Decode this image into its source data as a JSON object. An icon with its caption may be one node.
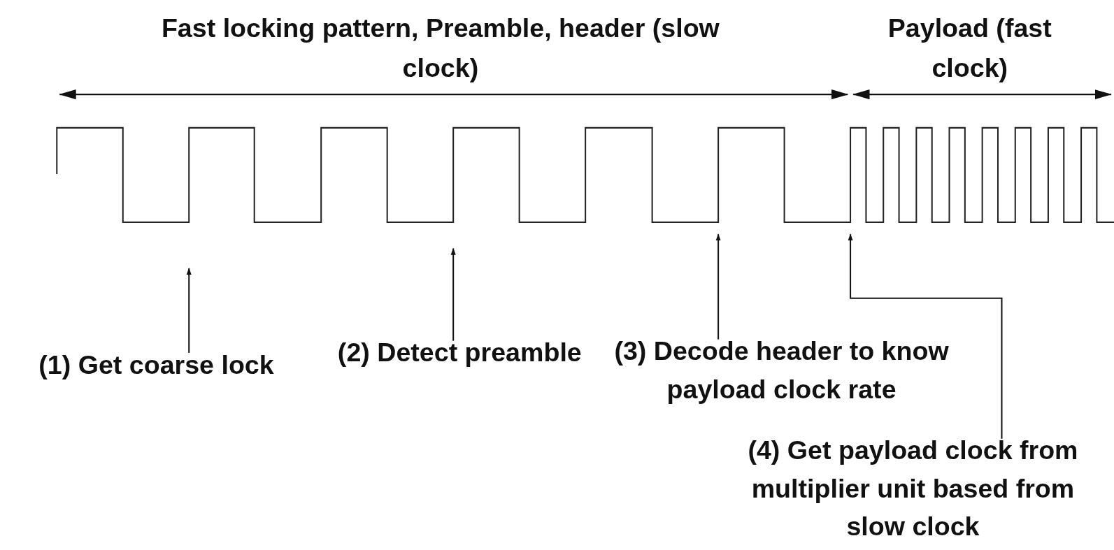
{
  "diagram": {
    "nodes": [
      {
        "text": [
          "(1) Get coarse lock"
        ]
      },
      {
        "text": [
          "(2) Detect preamble"
        ]
      },
      {
        "text": [
          "(3) Decode header to know payload clock rate"
        ]
      },
      {
        "text": [
          "(4) Get payload clock from multiplier unit based from slow clock"
        ]
      }
    ],
    "edges": [
      {
        "from": 0,
        "to": null,
        "arrow": "to"
      },
      {
        "from": 1,
        "to": null,
        "arrow": "to"
      },
      {
        "from": 2,
        "to": null,
        "arrow": "to"
      },
      {
        "from": 3,
        "to": null,
        "arrow": "to"
      }
    ],
    "labels": [
      "Fast locking pattern, Preamble, header (slow clock)",
      "Payload (fast clock)"
    ]
  }
}
